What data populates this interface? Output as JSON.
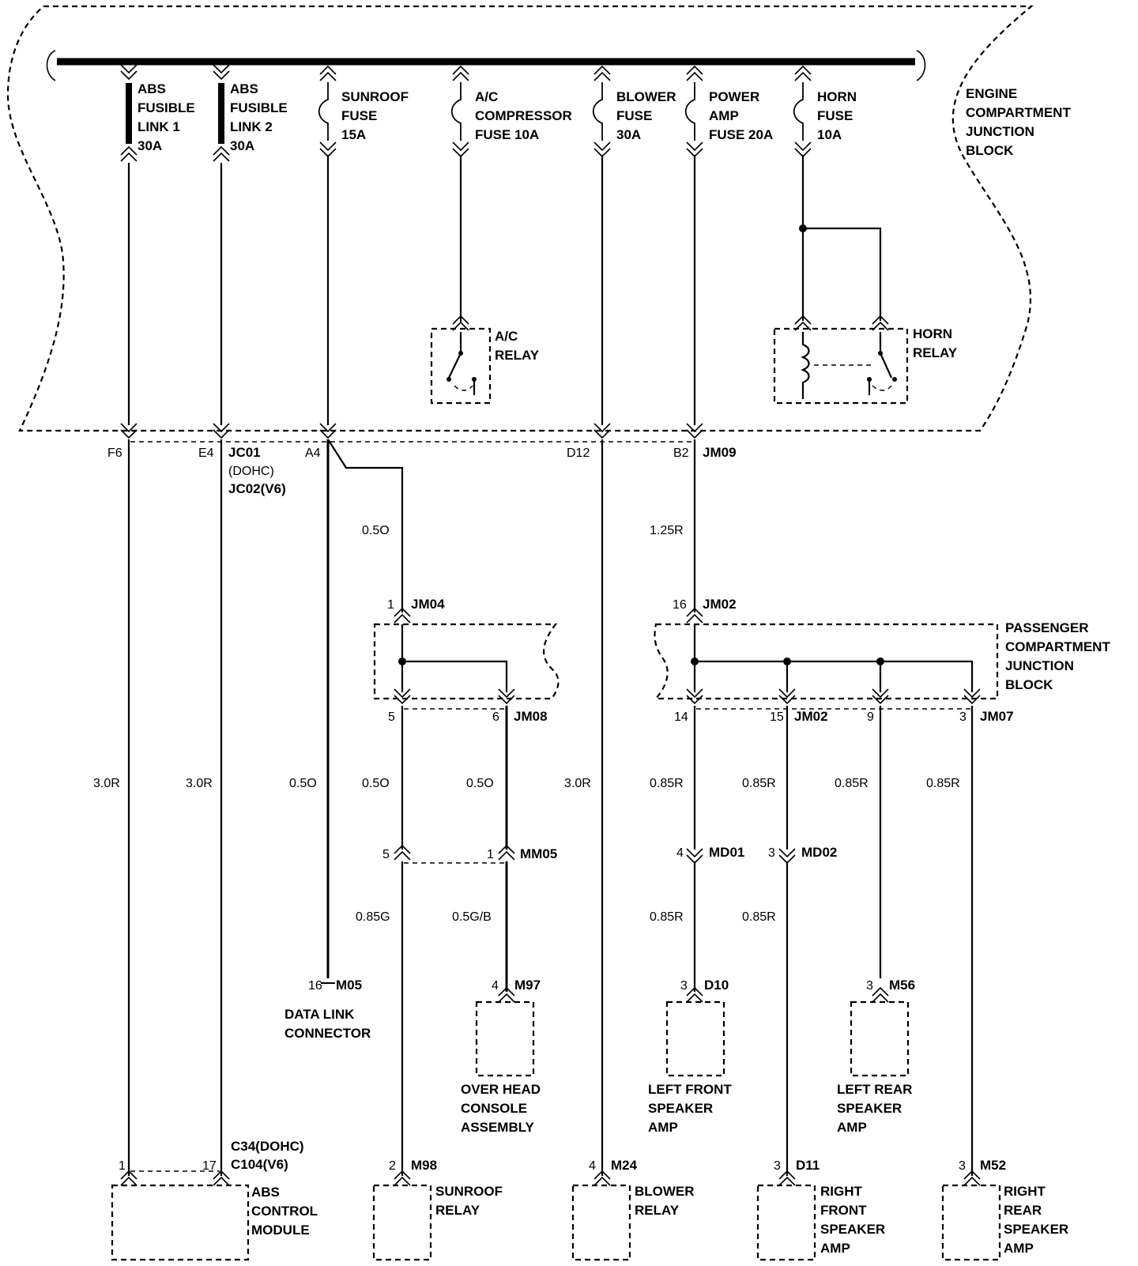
{
  "engine_block": {
    "label": [
      "ENGINE",
      "COMPARTMENT",
      "JUNCTION",
      "BLOCK"
    ],
    "fuses": [
      {
        "id": "abs-link-1",
        "lines": [
          "ABS",
          "FUSIBLE",
          "LINK 1",
          "30A"
        ]
      },
      {
        "id": "abs-link-2",
        "lines": [
          "ABS",
          "FUSIBLE",
          "LINK 2",
          "30A"
        ]
      },
      {
        "id": "sunroof-fuse",
        "lines": [
          "SUNROOF",
          "FUSE",
          "15A"
        ]
      },
      {
        "id": "ac-compressor-fuse",
        "lines": [
          "A/C",
          "COMPRESSOR",
          "FUSE 10A"
        ]
      },
      {
        "id": "blower-fuse",
        "lines": [
          "BLOWER",
          "FUSE",
          "30A"
        ]
      },
      {
        "id": "power-amp-fuse",
        "lines": [
          "POWER",
          "AMP",
          "FUSE 20A"
        ]
      },
      {
        "id": "horn-fuse",
        "lines": [
          "HORN",
          "FUSE",
          "10A"
        ]
      }
    ],
    "ac_relay": [
      "A/C",
      "RELAY"
    ],
    "horn_relay": [
      "HORN",
      "RELAY"
    ],
    "pins": {
      "f6": "F6",
      "e4": "E4",
      "a4": "A4",
      "d12": "D12",
      "b2": "B2"
    },
    "connectors": {
      "jc01": "JC01",
      "dohc": "(DOHC)",
      "jc02": "JC02(V6)",
      "jm09": "JM09"
    }
  },
  "passenger_block": {
    "label": [
      "PASSENGER",
      "COMPARTMENT",
      "JUNCTION",
      "BLOCK"
    ],
    "left": {
      "in_pin": "1",
      "in_conn": "JM04",
      "out_pins": [
        "5",
        "6"
      ],
      "out_conn": "JM08"
    },
    "right": {
      "in_pin": "16",
      "in_conn": "JM02",
      "out_pins": [
        "14",
        "15",
        "9",
        "3"
      ],
      "out_conn_a": "JM02",
      "out_conn_b": "JM07"
    }
  },
  "gauges": {
    "g_05o_a": "0.5O",
    "g_125r": "1.25R",
    "g_30r_1": "3.0R",
    "g_30r_2": "3.0R",
    "g_05o_b": "0.5O",
    "g_05o_c": "0.5O",
    "g_05o_d": "0.5O",
    "g_30r_3": "3.0R",
    "g_085r_1": "0.85R",
    "g_085r_2": "0.85R",
    "g_085r_3": "0.85R",
    "g_085r_4": "0.85R",
    "g_085g": "0.85G",
    "g_05gb": "0.5G/B",
    "g_085r_5": "0.85R",
    "g_085r_6": "0.85R"
  },
  "inline_connectors": {
    "mm05_pins": [
      "5",
      "1"
    ],
    "mm05": "MM05",
    "md01_pin": "4",
    "md01": "MD01",
    "md02_pin": "3",
    "md02": "MD02"
  },
  "components": {
    "dlc": {
      "pin": "16",
      "conn": "M05",
      "lines": [
        "DATA LINK",
        "CONNECTOR"
      ]
    },
    "overhead": {
      "pin": "4",
      "conn": "M97",
      "lines": [
        "OVER HEAD",
        "CONSOLE",
        "ASSEMBLY"
      ]
    },
    "lf_amp": {
      "pin": "3",
      "conn": "D10",
      "lines": [
        "LEFT FRONT",
        "SPEAKER",
        "AMP"
      ]
    },
    "lr_amp": {
      "pin": "3",
      "conn": "M56",
      "lines": [
        "LEFT REAR",
        "SPEAKER",
        "AMP"
      ]
    },
    "abs_module": {
      "pins": [
        "1",
        "17"
      ],
      "conn_a": "C34(DOHC)",
      "conn_b": "C104(V6)",
      "lines": [
        "ABS",
        "CONTROL",
        "MODULE"
      ]
    },
    "sunroof_relay": {
      "pin": "2",
      "conn": "M98",
      "lines": [
        "SUNROOF",
        "RELAY"
      ]
    },
    "blower_relay": {
      "pin": "4",
      "conn": "M24",
      "lines": [
        "BLOWER",
        "RELAY"
      ]
    },
    "rf_amp": {
      "pin": "3",
      "conn": "D11",
      "lines": [
        "RIGHT",
        "FRONT",
        "SPEAKER",
        "AMP"
      ]
    },
    "rr_amp": {
      "pin": "3",
      "conn": "M52",
      "lines": [
        "RIGHT",
        "REAR",
        "SPEAKER",
        "AMP"
      ]
    }
  }
}
